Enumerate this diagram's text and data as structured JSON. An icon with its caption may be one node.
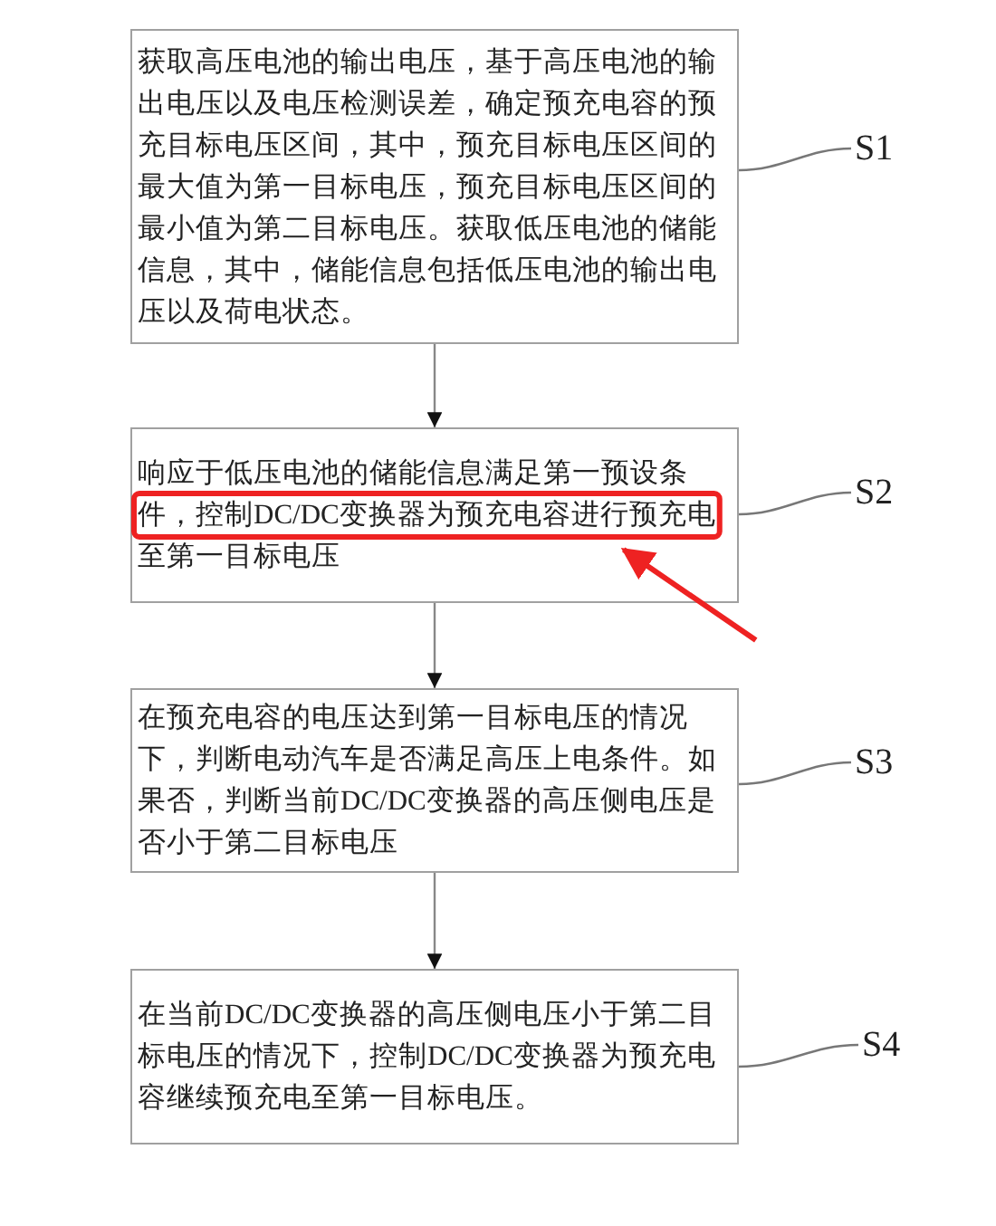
{
  "diagram": {
    "nodes": [
      {
        "text": [
          "获取高压电池的输出电压，基于高压电池的输出电压以及电压检测误差，确定预充电容的预充目标电压区间，其中，预充目标电压区间的最大值为第一目标电压，预充目标电压区间的最小值为第二目标电压。获取低压电池的储能信息，其中，储能信息包括低压电池的输出电压以及荷电状态。"
        ]
      },
      {
        "text": [
          "响应于低压电池的储能信息满足第一预设条件，控制DC/DC变换器为预充电容进行预充电至第一目标电压"
        ]
      },
      {
        "text": [
          "在预充电容的电压达到第一目标电压的情况下，判断电动汽车是否满足高压上电条件。如果否，判断当前DC/DC变换器的高压侧电压是否小于第二目标电压"
        ]
      },
      {
        "text": [
          "在当前DC/DC变换器的高压侧电压小于第二目标电压的情况下，控制DC/DC变换器为预充电容继续预充电至第一目标电压。"
        ]
      },
      {
        "text": [
          "S1"
        ]
      },
      {
        "text": [
          "S2"
        ]
      },
      {
        "text": [
          "S3"
        ]
      },
      {
        "text": [
          "S4"
        ]
      }
    ],
    "edges": [
      {
        "from": 0,
        "to": 1,
        "arrow": "to"
      },
      {
        "from": 1,
        "to": 2,
        "arrow": "to"
      },
      {
        "from": 2,
        "to": 3,
        "arrow": "to"
      },
      {
        "from": 4,
        "to": 0,
        "arrow": "none"
      },
      {
        "from": 5,
        "to": 1,
        "arrow": "none"
      },
      {
        "from": 6,
        "to": 2,
        "arrow": "none"
      },
      {
        "from": 7,
        "to": 3,
        "arrow": "none"
      }
    ]
  }
}
